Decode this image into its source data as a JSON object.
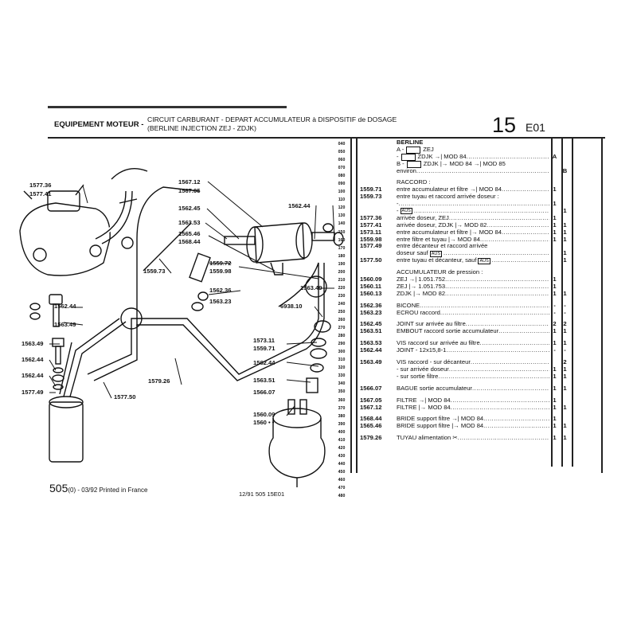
{
  "header": {
    "section": "EQUIPEMENT MOTEUR -",
    "title_line1": "CIRCUIT CARBURANT - DEPART ACCUMULATEUR à DISPOSITIF de DOSAGE",
    "title_line2": "(BERLINE INJECTION ZEJ - ZDJK)",
    "group": "15",
    "code": "E01"
  },
  "line_numbers": [
    "040",
    "050",
    "060",
    "070",
    "080",
    "090",
    "100",
    "110",
    "120",
    "130",
    "140",
    "150",
    "160",
    "170",
    "180",
    "190",
    "200",
    "210",
    "220",
    "230",
    "240",
    "250",
    "260",
    "270",
    "280",
    "290",
    "300",
    "310",
    "320",
    "330",
    "340",
    "350",
    "360",
    "370",
    "380",
    "390",
    "400",
    "410",
    "420",
    "430",
    "440",
    "450",
    "460",
    "470",
    "480"
  ],
  "parts": {
    "heading": "BERLINE",
    "rows": [
      {
        "ref": "",
        "pre": "A -",
        "icon": true,
        "post": "ZEJ",
        "a": "",
        "b": "",
        "nodots": true
      },
      {
        "ref": "",
        "pre": "   -",
        "icon": true,
        "post": "ZDJK →| MOD 84",
        "a": "A",
        "b": ""
      },
      {
        "ref": "",
        "pre": "B -",
        "icon": true,
        "post": "ZDJK |→ MOD 84 →| MOD 85",
        "a": "",
        "b": "",
        "nodots": true
      },
      {
        "ref": "",
        "pre": "      environ",
        "a": "",
        "b": "B"
      },
      {
        "gap": true
      },
      {
        "ref": "",
        "pre": "RACCORD :",
        "a": "",
        "b": "",
        "nodots": true
      },
      {
        "ref": "1559.71",
        "pre": "entre accumulateur et filtre →| MOD 84",
        "a": "1",
        "b": ""
      },
      {
        "ref": "1559.73",
        "pre": "entre tuyau et raccord arrivée doseur :",
        "a": "",
        "b": "",
        "nodots": true
      },
      {
        "ref": "",
        "pre": "-",
        "a": "1",
        "b": ""
      },
      {
        "ref": "",
        "pre": "-",
        "badge": "AUS",
        "a": "",
        "b": "1"
      },
      {
        "ref": "1577.36",
        "pre": "arrivée doseur, ZEJ",
        "a": "1",
        "b": ""
      },
      {
        "ref": "1577.41",
        "pre": "arrivée doseur, ZDJK |→ MOD 82",
        "a": "1",
        "b": "1"
      },
      {
        "ref": "1573.11",
        "pre": "entre accumulateur et filtre |→ MOD 84",
        "a": "1",
        "b": "1"
      },
      {
        "ref": "1559.98",
        "pre": "entre filtre et tuyau |→ MOD 84",
        "a": "1",
        "b": "1"
      },
      {
        "ref": "1577.49",
        "pre": "entre décanteur et raccord arrivée",
        "a": "",
        "b": "",
        "nodots": true
      },
      {
        "ref": "",
        "pre": "doseur sauf",
        "badge": "AUS",
        "a": "",
        "b": "1"
      },
      {
        "ref": "1577.50",
        "pre": "entre tuyau et décanteur, sauf",
        "badge": "AUS",
        "a": "",
        "b": "1"
      },
      {
        "gap": true
      },
      {
        "ref": "",
        "pre": "ACCUMULATEUR de pression :",
        "a": "",
        "b": "",
        "nodots": true
      },
      {
        "ref": "1560.09",
        "pre": "ZEJ →| 1.051.752",
        "a": "1",
        "b": ""
      },
      {
        "ref": "1560.11",
        "pre": "ZEJ |→ 1.051.753",
        "a": "1",
        "b": ""
      },
      {
        "ref": "1560.13",
        "pre": "ZDJK |→ MOD 82",
        "a": "1",
        "b": "1"
      },
      {
        "gap": true
      },
      {
        "ref": "1562.36",
        "pre": "BICONE",
        "a": "-",
        "b": "-"
      },
      {
        "ref": "1563.23",
        "pre": "ECROU raccord",
        "a": "-",
        "b": "-"
      },
      {
        "gap": true
      },
      {
        "ref": "1562.45",
        "pre": "JOINT sur arrivée au filtre",
        "a": "2",
        "b": "2"
      },
      {
        "ref": "1563.51",
        "pre": "EMBOUT raccord sortie accumulateur",
        "a": "1",
        "b": "1"
      },
      {
        "gap": true
      },
      {
        "ref": "1563.53",
        "pre": "VIS raccord sur arrivée au filtre",
        "a": "1",
        "b": "1"
      },
      {
        "ref": "1562.44",
        "pre": "JOINT - 12x15,8-1",
        "a": "-",
        "b": "-"
      },
      {
        "gap": true
      },
      {
        "ref": "1563.49",
        "pre": "VIS raccord - sur décanteur",
        "a": "",
        "b": "2"
      },
      {
        "ref": "",
        "pre": "   - sur arrivée doseur",
        "a": "1",
        "b": "1"
      },
      {
        "ref": "",
        "pre": "   - sur sortie filtre",
        "a": "1",
        "b": "1"
      },
      {
        "gap": true
      },
      {
        "ref": "1566.07",
        "pre": "BAGUE sortie accumulateur",
        "a": "1",
        "b": "1"
      },
      {
        "gap": true
      },
      {
        "ref": "1567.05",
        "pre": "FILTRE →| MOD 84",
        "a": "1",
        "b": ""
      },
      {
        "ref": "1567.12",
        "pre": "FILTRE |→ MOD 84",
        "a": "1",
        "b": "1"
      },
      {
        "gap": true
      },
      {
        "ref": "1568.44",
        "pre": "BRIDE support filtre →| MOD 84",
        "a": "1",
        "b": ""
      },
      {
        "ref": "1565.46",
        "pre": "BRIDE support filtre |→ MOD 84",
        "a": "1",
        "b": "1"
      },
      {
        "gap": true
      },
      {
        "ref": "1579.26",
        "pre": "TUYAU alimentation ✂",
        "a": "1",
        "b": "1"
      }
    ]
  },
  "diagram_labels": [
    "1577.36",
    "1577.41",
    "1559.73",
    "1562.44",
    "1563.49",
    "1563.49",
    "1562.44",
    "1562.44",
    "1577.49",
    "1579.26",
    "1577.50",
    "1567.12",
    "1567.05",
    "1562.45",
    "1563.53",
    "1565.46",
    "1568.44",
    "1559.72",
    "1559.98",
    "1562.36",
    "1563.23",
    "1562.44",
    "1563.49",
    "6938.10",
    "1573.11",
    "1559.71",
    "1562.44",
    "1563.51",
    "1566.07",
    "1560.09",
    "1560 • •"
  ],
  "footer": {
    "model": "505",
    "model_suffix": "(0) - 03/92 Printed in France",
    "ref": "12/91 505 15E01"
  }
}
